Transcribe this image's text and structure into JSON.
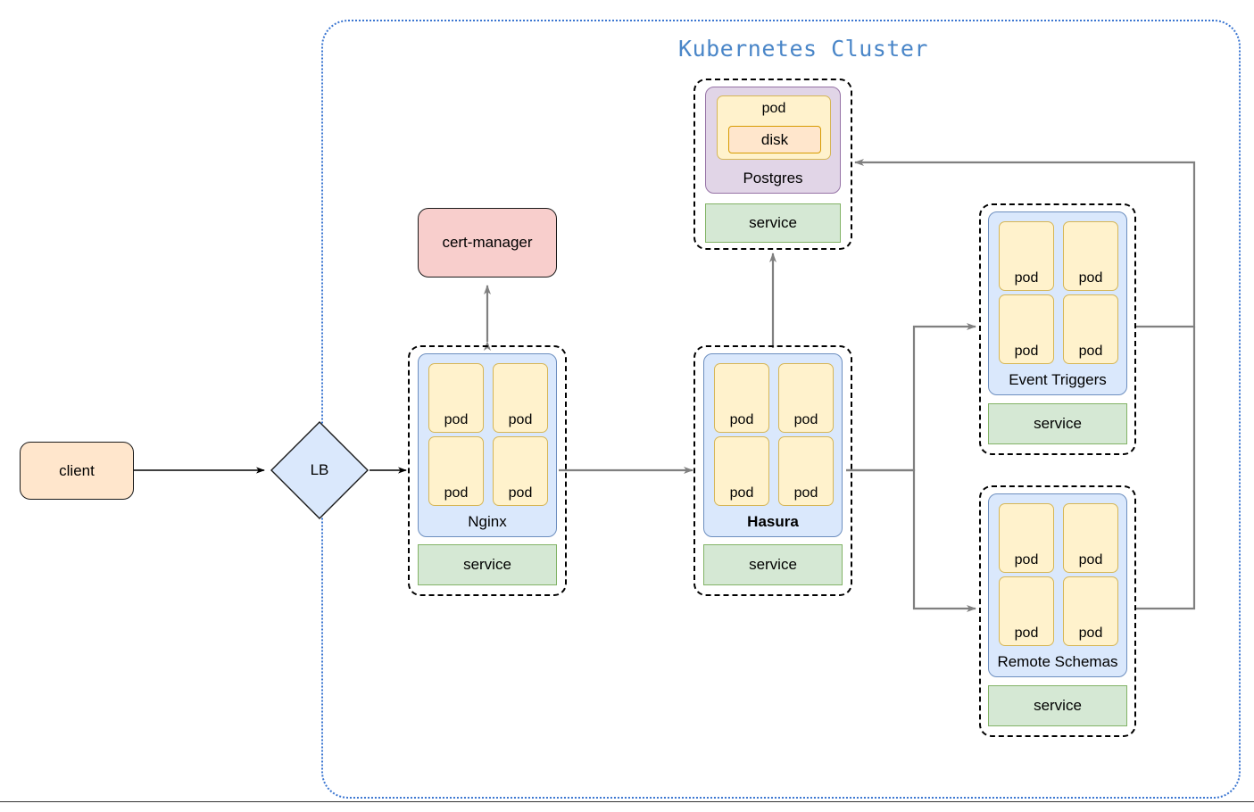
{
  "diagram": {
    "title": "Kubernetes Cluster",
    "title_color": "#4a86c8",
    "boundary_style": "dotted",
    "boundary_color": "#3b76d1"
  },
  "palette": {
    "pod_fill": "#fff2cc",
    "pod_stroke": "#d6b656",
    "disk_fill": "#ffe6cc",
    "disk_stroke": "#d79b00",
    "deployment_fill": "#dae8fc",
    "deployment_stroke": "#6c8ebf",
    "stateful_fill": "#e1d5e7",
    "stateful_stroke": "#9673a6",
    "service_fill": "#d5e8d4",
    "service_stroke": "#82b366",
    "client_fill": "#ffe6cc",
    "certmanager_fill": "#f8cecc",
    "lb_fill": "#dae8fc",
    "edge_gray": "#808080",
    "edge_black": "#000000"
  },
  "nodes": {
    "client": {
      "label": "client"
    },
    "lb": {
      "label": "LB"
    },
    "cert_manager": {
      "label": "cert-manager"
    },
    "nginx": {
      "label": "Nginx",
      "bold": false,
      "pods": [
        "pod",
        "pod",
        "pod",
        "pod"
      ],
      "service": "service"
    },
    "hasura": {
      "label": "Hasura",
      "bold": true,
      "pods": [
        "pod",
        "pod",
        "pod",
        "pod"
      ],
      "service": "service"
    },
    "postgres": {
      "label": "Postgres",
      "pod": "pod",
      "disk": "disk",
      "service": "service"
    },
    "event_triggers": {
      "label": "Event Triggers",
      "bold": false,
      "pods": [
        "pod",
        "pod",
        "pod",
        "pod"
      ],
      "service": "service"
    },
    "remote_schemas": {
      "label": "Remote Schemas",
      "bold": false,
      "pods": [
        "pod",
        "pod",
        "pod",
        "pod"
      ],
      "service": "service"
    }
  },
  "edges": [
    {
      "from": "client",
      "to": "lb",
      "style": "solid",
      "color": "#000000",
      "arrow": "end"
    },
    {
      "from": "lb",
      "to": "nginx",
      "style": "solid",
      "color": "#000000",
      "arrow": "end"
    },
    {
      "from": "nginx",
      "to": "cert_manager",
      "style": "solid",
      "color": "#808080",
      "arrow": "both"
    },
    {
      "from": "nginx",
      "to": "hasura",
      "style": "solid",
      "color": "#808080",
      "arrow": "end"
    },
    {
      "from": "hasura",
      "to": "postgres",
      "style": "solid",
      "color": "#808080",
      "arrow": "end"
    },
    {
      "from": "hasura",
      "to": "event_triggers",
      "style": "solid",
      "color": "#808080",
      "arrow": "end"
    },
    {
      "from": "hasura",
      "to": "remote_schemas",
      "style": "solid",
      "color": "#808080",
      "arrow": "end"
    },
    {
      "from": "event_triggers",
      "to": "postgres",
      "style": "solid",
      "color": "#808080",
      "arrow": "end"
    },
    {
      "from": "remote_schemas",
      "to": "postgres",
      "style": "solid",
      "color": "#808080",
      "arrow": "end"
    }
  ]
}
